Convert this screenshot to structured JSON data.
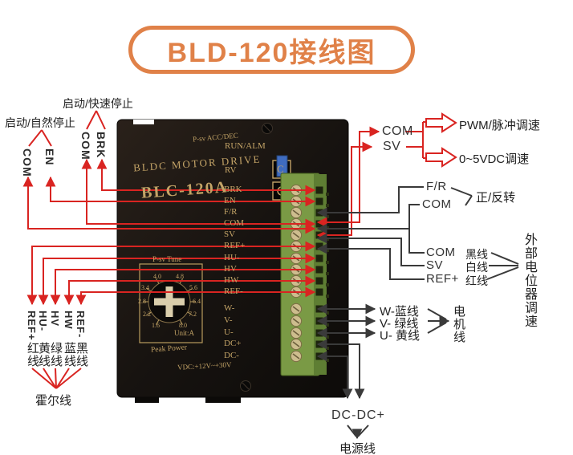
{
  "title": {
    "text": "BLD-120接线图"
  },
  "colors": {
    "accent_orange": "#E08148",
    "wire_red": "#D92421",
    "wire_black": "#3A3A3A",
    "device_gold": "#C4A467",
    "terminal_green": "#7A9A45"
  },
  "device": {
    "top_text": "P-sv ACC/DEC",
    "plate1": "BLDC MOTOR DRIVE",
    "model": "BLC-120A",
    "run_alm": "RUN/ALM",
    "rv": "RV",
    "led_glyph": "C",
    "terminals": [
      "BRK",
      "EN",
      "F/R",
      "COM",
      "SV",
      "REF+",
      "HU-",
      "HV",
      "HW",
      "REF-",
      "W-",
      "V-",
      "U-",
      "DC+",
      "DC-"
    ],
    "dial": {
      "title": "P-sv Tune",
      "unit": "Unit:A",
      "caption": "Peak Power",
      "left": [
        "4.0",
        "3.4",
        "2.8",
        "2.2",
        "1.6"
      ],
      "right": [
        "4.8",
        "5.6",
        "6.4",
        "7.2",
        "8.0"
      ]
    },
    "voltage": "VDC:+12V~+30V"
  },
  "left": {
    "fast": {
      "label": "启动/快速停止",
      "wires": [
        "COM",
        "BRK"
      ]
    },
    "natural": {
      "label": "启动/自然停止",
      "wires": [
        "COM",
        "EN"
      ]
    },
    "hall": {
      "terminals": [
        "REF+",
        "HU-",
        "HV",
        "HW",
        "REF-"
      ],
      "wire_colors": [
        "红线",
        "黄线",
        "绿线",
        "蓝线",
        "黑线"
      ],
      "label": "霍尔线"
    }
  },
  "right": {
    "speed": {
      "com": "COM",
      "sv": "SV",
      "pwm_label": "PWM/脉冲调速",
      "analog_label": "0~5VDC调速"
    },
    "direction": {
      "fr": "F/R",
      "com": "COM",
      "label": "正/反转"
    },
    "pot": {
      "rows": [
        {
          "t": "COM",
          "w": "黑线"
        },
        {
          "t": "SV",
          "w": "白线"
        },
        {
          "t": "REF+",
          "w": "红线"
        }
      ],
      "label": "外部电位器调速"
    },
    "motor": {
      "rows": [
        "W-蓝线",
        "V- 绿线",
        "U- 黄线"
      ],
      "label": "电机线"
    },
    "power": {
      "text": "DC-DC+",
      "label": "电源线"
    }
  }
}
